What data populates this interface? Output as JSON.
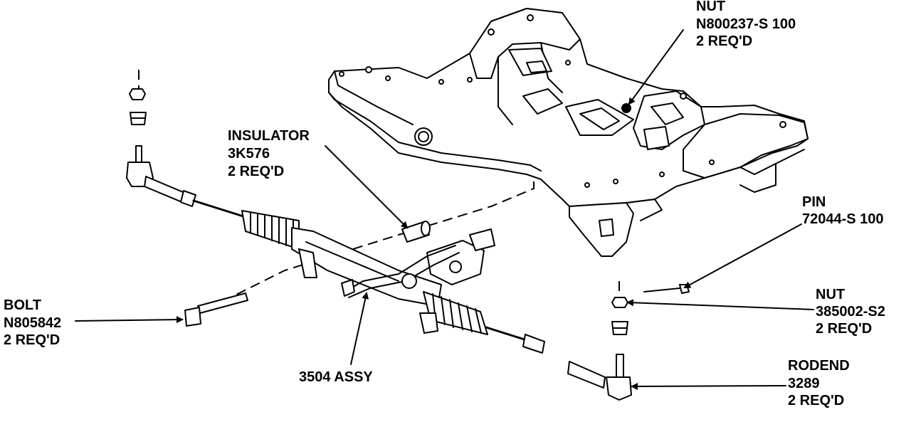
{
  "callouts": {
    "nut_top": {
      "line1": "NUT",
      "line2": "N800237-S 100",
      "line3": "2 REQ'D"
    },
    "insulator": {
      "line1": "INSULATOR",
      "line2": "3K576",
      "line3": "2 REQ'D"
    },
    "pin": {
      "line1": "PIN",
      "line2": "72044-S 100"
    },
    "nut_right": {
      "line1": "NUT",
      "line2": "385002-S2",
      "line3": "2 REQ'D"
    },
    "bolt": {
      "line1": "BOLT",
      "line2": "N805842",
      "line3": "2 REQ'D"
    },
    "assy": {
      "line1": "3504 ASSY"
    },
    "rodend": {
      "line1": "RODEND",
      "line2": "3289",
      "line3": "2 REQ'D"
    }
  }
}
